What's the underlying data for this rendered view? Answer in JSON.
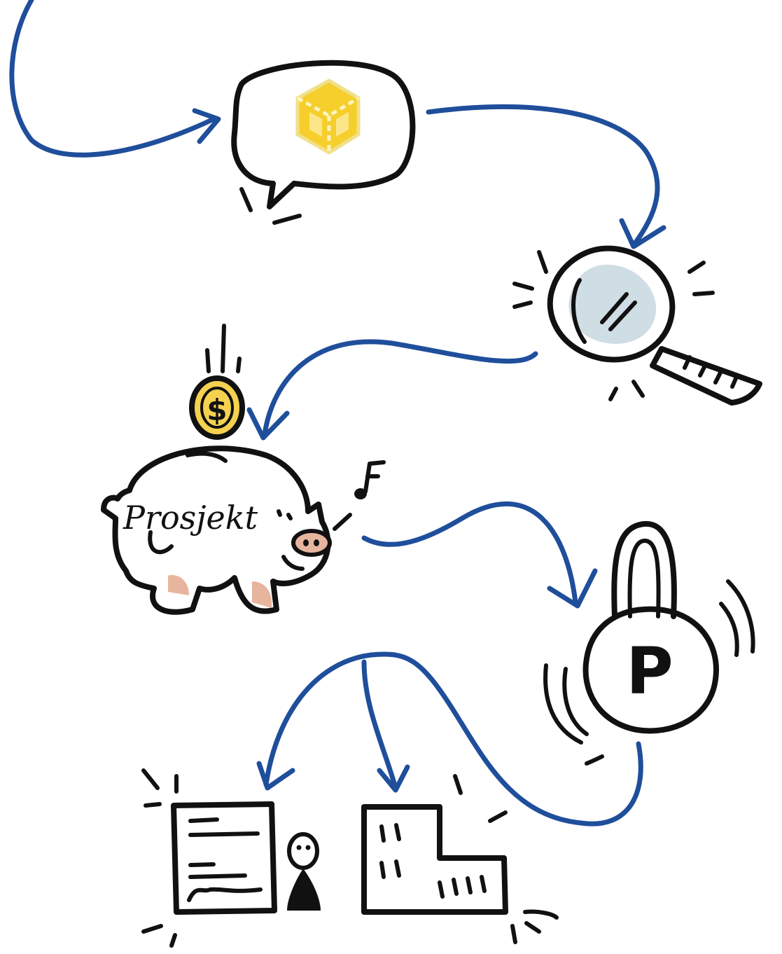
{
  "diagram": {
    "piggy_bank_label": "Prosjekt",
    "lock_letter": "P",
    "coin_symbol": "$",
    "colors": {
      "flow_arrow": "#1f4e9b",
      "ink": "#111111",
      "cube": "#f6cf2c",
      "coin": "#f4d250",
      "pig": "#efcfc1",
      "pig_feet": "#e7b59e",
      "lock": "#f7d85a",
      "document": "#fbe48a",
      "building": "#d9b596",
      "lens": "#cfdde4"
    },
    "steps": [
      {
        "name": "speech-bubble-with-cube",
        "icon": "cube-icon"
      },
      {
        "name": "magnifying-glass",
        "icon": "magnifier-icon"
      },
      {
        "name": "piggy-bank",
        "icon": "piggy-bank-icon"
      },
      {
        "name": "padlock",
        "icon": "padlock-icon"
      },
      {
        "name": "signed-document-and-person",
        "icon": "document-icon"
      },
      {
        "name": "building",
        "icon": "building-icon"
      }
    ]
  }
}
